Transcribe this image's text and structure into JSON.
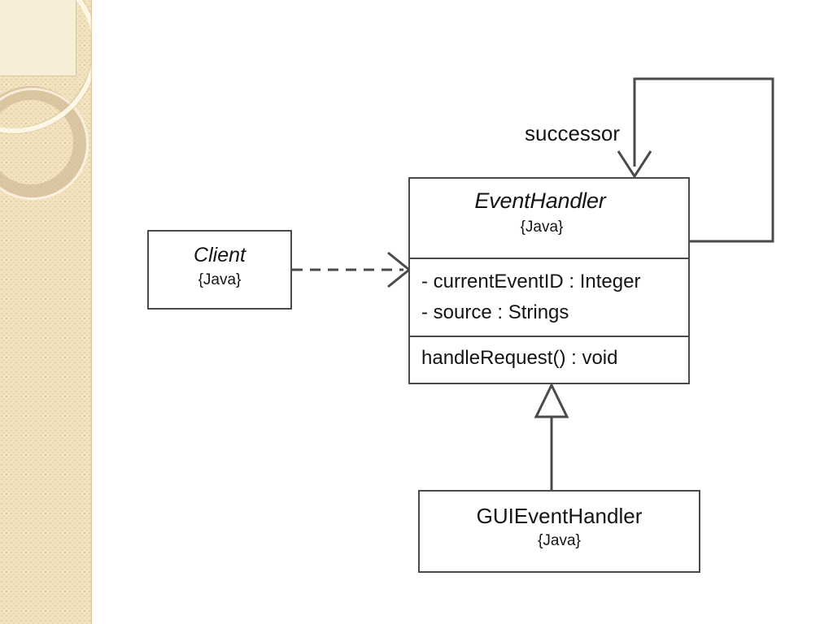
{
  "diagram": {
    "type": "uml-class-diagram",
    "background_color": "#ffffff",
    "line_color": "#4a4a4a",
    "text_color": "#141414"
  },
  "sidebar": {
    "background_color": "#f2e4c3",
    "panel_color": "#f7eed8",
    "ring_color": "#cdb58f"
  },
  "classes": {
    "client": {
      "name": "Client",
      "stereotype": "{Java}",
      "abstract": true
    },
    "event_handler": {
      "name": "EventHandler",
      "stereotype": "{Java}",
      "abstract": true,
      "attributes": [
        "- currentEventID : Integer",
        "- source : Strings"
      ],
      "operations": [
        "handleRequest() : void"
      ]
    },
    "gui_event_handler": {
      "name": "GUIEventHandler",
      "stereotype": "{Java}",
      "abstract": false
    }
  },
  "relationships": {
    "dependency": {
      "from": "Client",
      "to": "EventHandler",
      "style": "dashed",
      "arrowhead": "open"
    },
    "self_association": {
      "from": "EventHandler",
      "to": "EventHandler",
      "label": "successor",
      "style": "solid",
      "arrowhead": "open"
    },
    "generalization": {
      "from": "GUIEventHandler",
      "to": "EventHandler",
      "style": "solid",
      "arrowhead": "hollow-triangle"
    }
  }
}
